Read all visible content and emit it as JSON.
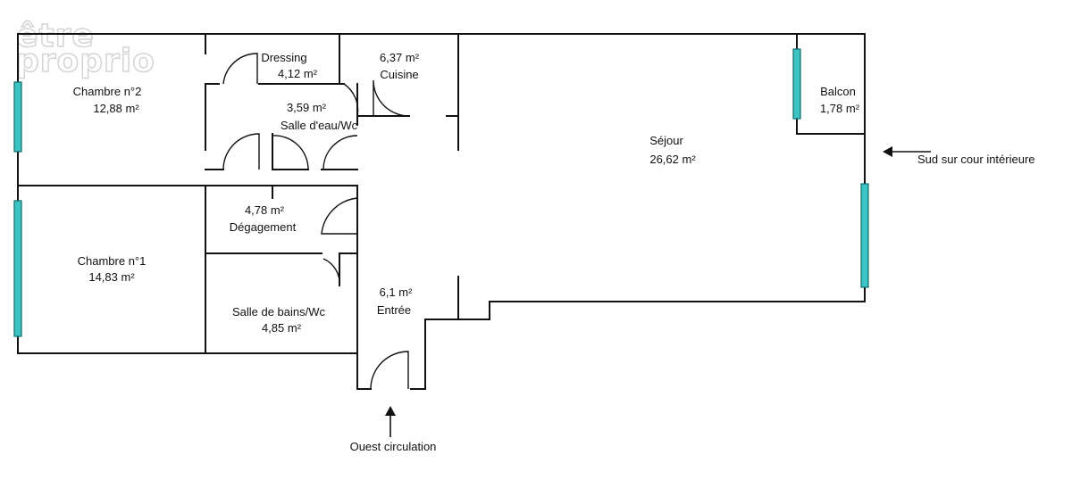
{
  "logo": {
    "line1": "être",
    "line2": "proprio"
  },
  "rooms": [
    {
      "id": "chambre2",
      "name": "Chambre n°2",
      "area": "12,88  m²"
    },
    {
      "id": "dressing",
      "name": "Dressing",
      "area": "4,12  m²"
    },
    {
      "id": "cuisine",
      "name": "Cuisine",
      "area": "6,37  m²"
    },
    {
      "id": "salle-eau",
      "name": "Salle d'eau/Wc",
      "area": "3,59  m²"
    },
    {
      "id": "balcon",
      "name": "Balcon",
      "area": "1,78  m²"
    },
    {
      "id": "sejour",
      "name": "Séjour",
      "area": "26,62  m²"
    },
    {
      "id": "degagement",
      "name": "Dégagement",
      "area": "4,78  m²"
    },
    {
      "id": "chambre1",
      "name": "Chambre n°1",
      "area": "14,83  m²"
    },
    {
      "id": "salle-bains",
      "name": "Salle de bains/Wc",
      "area": "4,85  m²"
    },
    {
      "id": "entree",
      "name": "Entrée",
      "area": "6,1  m²"
    }
  ],
  "annotations": {
    "south": "Sud sur cour intérieure",
    "west": "Ouest circulation"
  },
  "colors": {
    "window": "#3cc4c4",
    "wall": "#111111"
  }
}
